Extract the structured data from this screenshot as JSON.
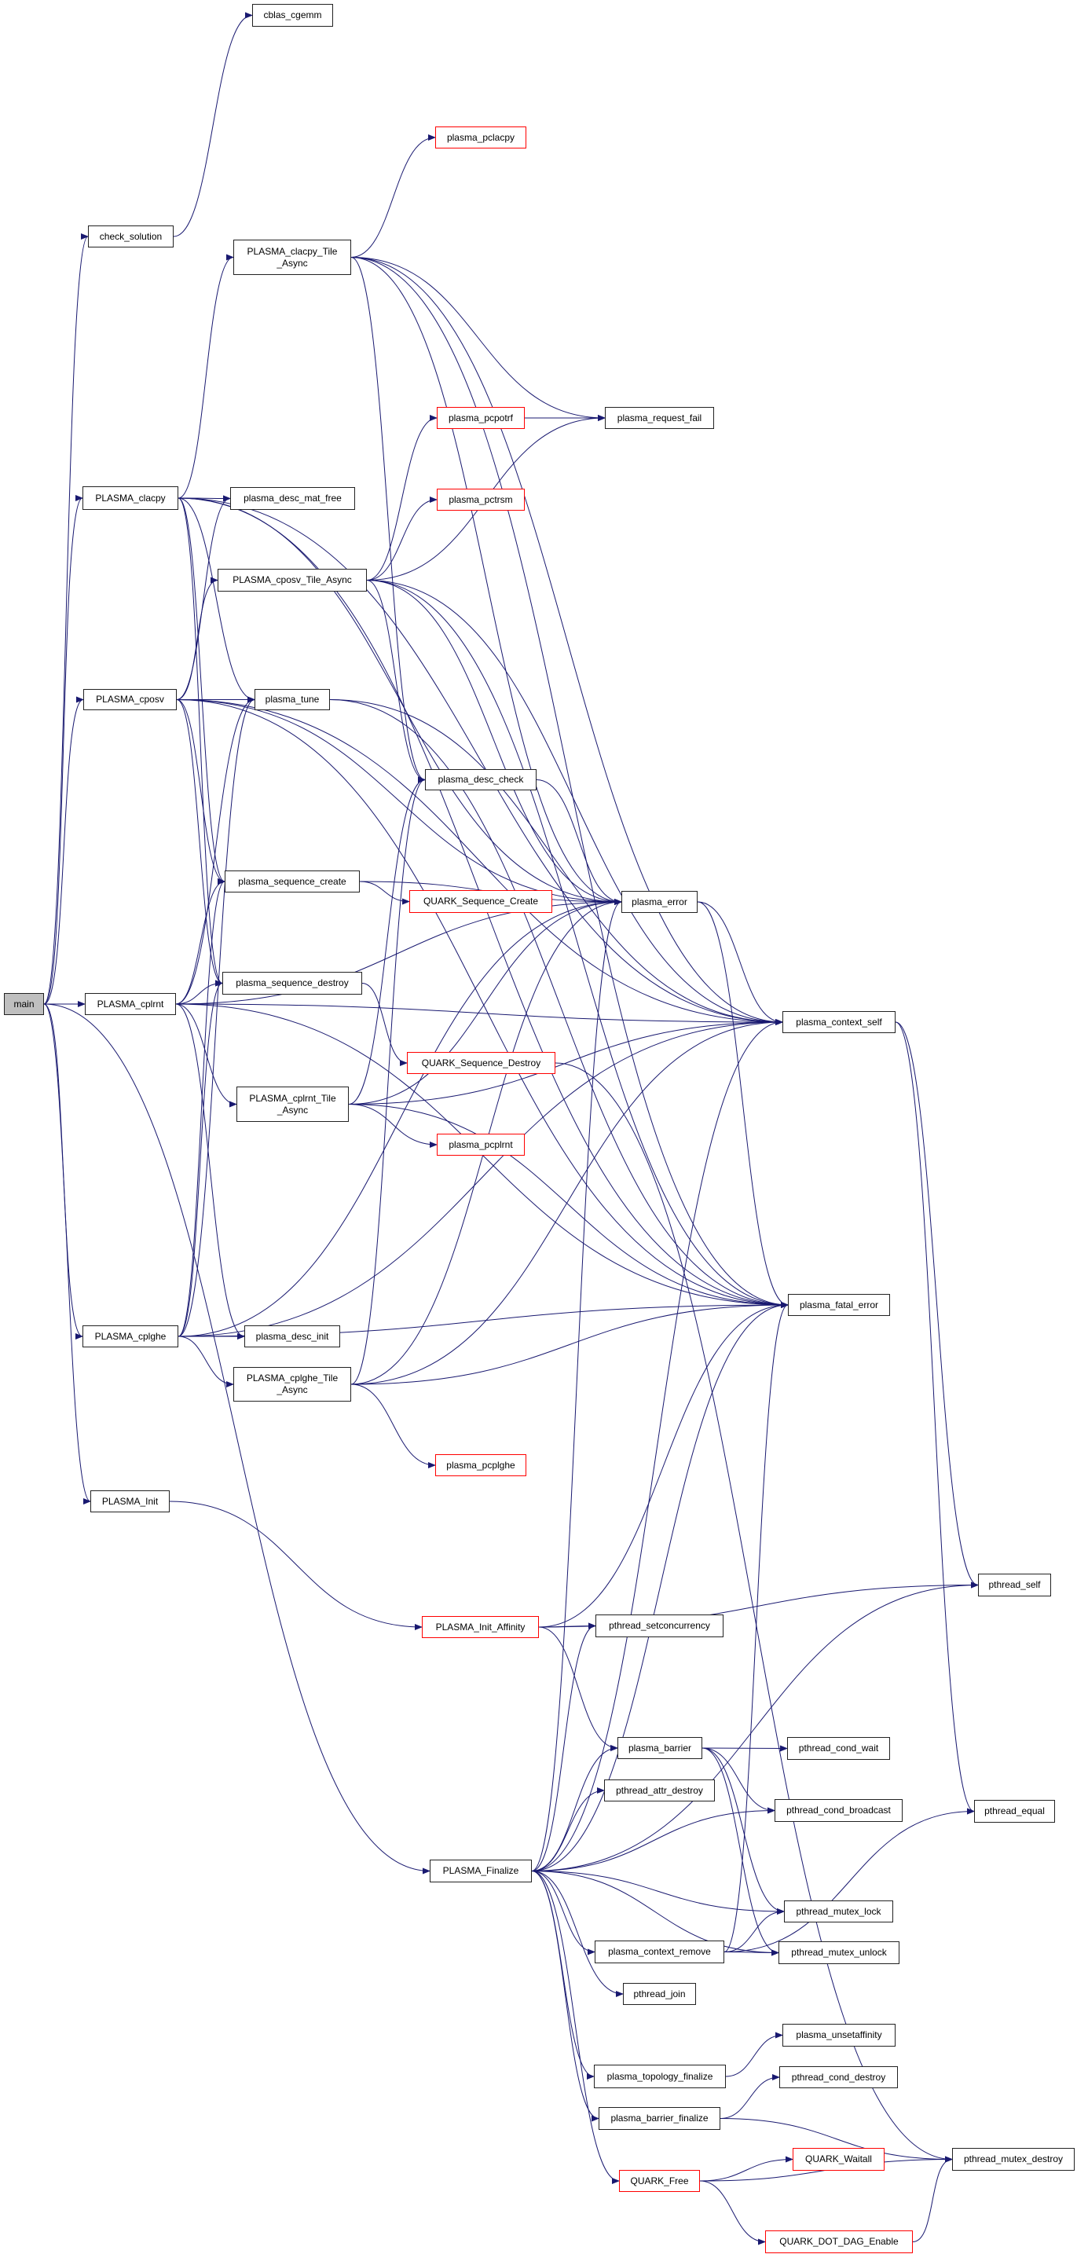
{
  "colors": {
    "edge": "#191970",
    "root_fill": "#bfbfbf",
    "external_border": "#ff0000",
    "node_border": "#222222"
  },
  "nodes": {
    "main": {
      "label": "main",
      "kind": "root"
    },
    "cblas_cgemm": {
      "label": "cblas_cgemm"
    },
    "check_solution": {
      "label": "check_solution"
    },
    "plasma_pclacpy": {
      "label": "plasma_pclacpy",
      "kind": "red"
    },
    "PLASMA_clacpy_Tile_Async": {
      "label": "PLASMA_clacpy_Tile\n_Async"
    },
    "plasma_pcpotrf": {
      "label": "plasma_pcpotrf",
      "kind": "red"
    },
    "plasma_request_fail": {
      "label": "plasma_request_fail"
    },
    "PLASMA_clacpy": {
      "label": "PLASMA_clacpy"
    },
    "plasma_desc_mat_free": {
      "label": "plasma_desc_mat_free"
    },
    "plasma_pctrsm": {
      "label": "plasma_pctrsm",
      "kind": "red"
    },
    "PLASMA_cposv_Tile_Async": {
      "label": "PLASMA_cposv_Tile_Async"
    },
    "PLASMA_cposv": {
      "label": "PLASMA_cposv"
    },
    "plasma_tune": {
      "label": "plasma_tune"
    },
    "plasma_desc_check": {
      "label": "plasma_desc_check"
    },
    "plasma_sequence_create": {
      "label": "plasma_sequence_create"
    },
    "QUARK_Sequence_Create": {
      "label": "QUARK_Sequence_Create",
      "kind": "red"
    },
    "plasma_error": {
      "label": "plasma_error"
    },
    "plasma_sequence_destroy": {
      "label": "plasma_sequence_destroy"
    },
    "PLASMA_cplrnt": {
      "label": "PLASMA_cplrnt"
    },
    "plasma_context_self": {
      "label": "plasma_context_self"
    },
    "QUARK_Sequence_Destroy": {
      "label": "QUARK_Sequence_Destroy",
      "kind": "red"
    },
    "PLASMA_cplrnt_Tile_Async": {
      "label": "PLASMA_cplrnt_Tile\n_Async"
    },
    "plasma_pcplrnt": {
      "label": "plasma_pcplrnt",
      "kind": "red"
    },
    "plasma_fatal_error": {
      "label": "plasma_fatal_error"
    },
    "PLASMA_cplghe": {
      "label": "PLASMA_cplghe"
    },
    "plasma_desc_init": {
      "label": "plasma_desc_init"
    },
    "PLASMA_cplghe_Tile_Async": {
      "label": "PLASMA_cplghe_Tile\n_Async"
    },
    "plasma_pcplghe": {
      "label": "plasma_pcplghe",
      "kind": "red"
    },
    "PLASMA_Init": {
      "label": "PLASMA_Init"
    },
    "pthread_self": {
      "label": "pthread_self"
    },
    "PLASMA_Init_Affinity": {
      "label": "PLASMA_Init_Affinity",
      "kind": "red"
    },
    "pthread_setconcurrency": {
      "label": "pthread_setconcurrency"
    },
    "plasma_barrier": {
      "label": "plasma_barrier"
    },
    "pthread_cond_wait": {
      "label": "pthread_cond_wait"
    },
    "pthread_attr_destroy": {
      "label": "pthread_attr_destroy"
    },
    "pthread_cond_broadcast": {
      "label": "pthread_cond_broadcast"
    },
    "pthread_equal": {
      "label": "pthread_equal"
    },
    "PLASMA_Finalize": {
      "label": "PLASMA_Finalize"
    },
    "pthread_mutex_lock": {
      "label": "pthread_mutex_lock"
    },
    "plasma_context_remove": {
      "label": "plasma_context_remove"
    },
    "pthread_mutex_unlock": {
      "label": "pthread_mutex_unlock"
    },
    "pthread_join": {
      "label": "pthread_join"
    },
    "plasma_unsetaffinity": {
      "label": "plasma_unsetaffinity"
    },
    "plasma_topology_finalize": {
      "label": "plasma_topology_finalize"
    },
    "pthread_cond_destroy": {
      "label": "pthread_cond_destroy"
    },
    "plasma_barrier_finalize": {
      "label": "plasma_barrier_finalize"
    },
    "QUARK_Waitall": {
      "label": "QUARK_Waitall",
      "kind": "red"
    },
    "pthread_mutex_destroy": {
      "label": "pthread_mutex_destroy"
    },
    "QUARK_Free": {
      "label": "QUARK_Free",
      "kind": "red"
    },
    "QUARK_DOT_DAG_Enable": {
      "label": "QUARK_DOT_DAG_Enable",
      "kind": "red"
    }
  },
  "edges": [
    [
      "main",
      "check_solution"
    ],
    [
      "main",
      "PLASMA_clacpy"
    ],
    [
      "main",
      "PLASMA_cposv"
    ],
    [
      "main",
      "PLASMA_cplrnt"
    ],
    [
      "main",
      "PLASMA_cplghe"
    ],
    [
      "main",
      "PLASMA_Init"
    ],
    [
      "main",
      "PLASMA_Finalize"
    ],
    [
      "check_solution",
      "cblas_cgemm"
    ],
    [
      "PLASMA_clacpy",
      "PLASMA_clacpy_Tile_Async"
    ],
    [
      "PLASMA_clacpy",
      "plasma_desc_mat_free"
    ],
    [
      "PLASMA_clacpy",
      "plasma_tune"
    ],
    [
      "PLASMA_clacpy",
      "plasma_sequence_create"
    ],
    [
      "PLASMA_clacpy",
      "plasma_sequence_destroy"
    ],
    [
      "PLASMA_clacpy",
      "plasma_error"
    ],
    [
      "PLASMA_clacpy",
      "plasma_context_self"
    ],
    [
      "PLASMA_clacpy",
      "plasma_fatal_error"
    ],
    [
      "PLASMA_clacpy_Tile_Async",
      "plasma_pclacpy"
    ],
    [
      "PLASMA_clacpy_Tile_Async",
      "plasma_request_fail"
    ],
    [
      "PLASMA_clacpy_Tile_Async",
      "plasma_desc_check"
    ],
    [
      "PLASMA_clacpy_Tile_Async",
      "plasma_error"
    ],
    [
      "PLASMA_clacpy_Tile_Async",
      "plasma_context_self"
    ],
    [
      "PLASMA_clacpy_Tile_Async",
      "plasma_fatal_error"
    ],
    [
      "PLASMA_cposv",
      "PLASMA_cposv_Tile_Async"
    ],
    [
      "PLASMA_cposv",
      "plasma_desc_mat_free"
    ],
    [
      "PLASMA_cposv",
      "plasma_tune"
    ],
    [
      "PLASMA_cposv",
      "plasma_sequence_create"
    ],
    [
      "PLASMA_cposv",
      "plasma_sequence_destroy"
    ],
    [
      "PLASMA_cposv",
      "plasma_error"
    ],
    [
      "PLASMA_cposv",
      "plasma_context_self"
    ],
    [
      "PLASMA_cposv",
      "plasma_fatal_error"
    ],
    [
      "PLASMA_cposv_Tile_Async",
      "plasma_pcpotrf"
    ],
    [
      "PLASMA_cposv_Tile_Async",
      "plasma_pctrsm"
    ],
    [
      "PLASMA_cposv_Tile_Async",
      "plasma_request_fail"
    ],
    [
      "PLASMA_cposv_Tile_Async",
      "plasma_desc_check"
    ],
    [
      "PLASMA_cposv_Tile_Async",
      "plasma_error"
    ],
    [
      "PLASMA_cposv_Tile_Async",
      "plasma_context_self"
    ],
    [
      "PLASMA_cposv_Tile_Async",
      "plasma_fatal_error"
    ],
    [
      "plasma_pcpotrf",
      "plasma_request_fail"
    ],
    [
      "plasma_tune",
      "plasma_context_self"
    ],
    [
      "plasma_tune",
      "plasma_fatal_error"
    ],
    [
      "plasma_desc_check",
      "plasma_error"
    ],
    [
      "plasma_sequence_create",
      "plasma_error"
    ],
    [
      "plasma_sequence_create",
      "QUARK_Sequence_Create"
    ],
    [
      "plasma_sequence_destroy",
      "QUARK_Sequence_Destroy"
    ],
    [
      "plasma_error",
      "plasma_context_self"
    ],
    [
      "plasma_error",
      "plasma_fatal_error"
    ],
    [
      "PLASMA_cplrnt",
      "plasma_sequence_create"
    ],
    [
      "PLASMA_cplrnt",
      "plasma_sequence_destroy"
    ],
    [
      "PLASMA_cplrnt",
      "plasma_context_self"
    ],
    [
      "PLASMA_cplrnt",
      "PLASMA_cplrnt_Tile_Async"
    ],
    [
      "PLASMA_cplrnt",
      "plasma_desc_init"
    ],
    [
      "PLASMA_cplrnt",
      "plasma_error"
    ],
    [
      "PLASMA_cplrnt",
      "plasma_fatal_error"
    ],
    [
      "PLASMA_cplrnt",
      "plasma_tune"
    ],
    [
      "PLASMA_cplrnt_Tile_Async",
      "plasma_desc_check"
    ],
    [
      "PLASMA_cplrnt_Tile_Async",
      "plasma_error"
    ],
    [
      "PLASMA_cplrnt_Tile_Async",
      "plasma_context_self"
    ],
    [
      "PLASMA_cplrnt_Tile_Async",
      "plasma_pcplrnt"
    ],
    [
      "PLASMA_cplrnt_Tile_Async",
      "plasma_fatal_error"
    ],
    [
      "PLASMA_cplghe",
      "plasma_desc_init"
    ],
    [
      "PLASMA_cplghe",
      "PLASMA_cplghe_Tile_Async"
    ],
    [
      "PLASMA_cplghe",
      "plasma_tune"
    ],
    [
      "PLASMA_cplghe",
      "plasma_sequence_create"
    ],
    [
      "PLASMA_cplghe",
      "plasma_sequence_destroy"
    ],
    [
      "PLASMA_cplghe",
      "plasma_error"
    ],
    [
      "PLASMA_cplghe",
      "plasma_context_self"
    ],
    [
      "PLASMA_cplghe",
      "plasma_fatal_error"
    ],
    [
      "PLASMA_cplghe_Tile_Async",
      "plasma_desc_check"
    ],
    [
      "PLASMA_cplghe_Tile_Async",
      "plasma_error"
    ],
    [
      "PLASMA_cplghe_Tile_Async",
      "plasma_context_self"
    ],
    [
      "PLASMA_cplghe_Tile_Async",
      "plasma_fatal_error"
    ],
    [
      "PLASMA_cplghe_Tile_Async",
      "plasma_pcplghe"
    ],
    [
      "PLASMA_Init",
      "PLASMA_Init_Affinity"
    ],
    [
      "PLASMA_Init_Affinity",
      "pthread_setconcurrency"
    ],
    [
      "PLASMA_Init_Affinity",
      "pthread_self"
    ],
    [
      "PLASMA_Init_Affinity",
      "plasma_barrier"
    ],
    [
      "PLASMA_Init_Affinity",
      "plasma_fatal_error"
    ],
    [
      "plasma_context_self",
      "pthread_self"
    ],
    [
      "plasma_context_self",
      "pthread_equal"
    ],
    [
      "QUARK_Sequence_Destroy",
      "pthread_mutex_destroy"
    ],
    [
      "PLASMA_Finalize",
      "pthread_setconcurrency"
    ],
    [
      "PLASMA_Finalize",
      "plasma_barrier"
    ],
    [
      "PLASMA_Finalize",
      "pthread_attr_destroy"
    ],
    [
      "PLASMA_Finalize",
      "pthread_cond_broadcast"
    ],
    [
      "PLASMA_Finalize",
      "pthread_self"
    ],
    [
      "PLASMA_Finalize",
      "pthread_mutex_lock"
    ],
    [
      "PLASMA_Finalize",
      "plasma_context_remove"
    ],
    [
      "PLASMA_Finalize",
      "pthread_mutex_unlock"
    ],
    [
      "PLASMA_Finalize",
      "pthread_join"
    ],
    [
      "PLASMA_Finalize",
      "plasma_topology_finalize"
    ],
    [
      "PLASMA_Finalize",
      "plasma_barrier_finalize"
    ],
    [
      "PLASMA_Finalize",
      "QUARK_Free"
    ],
    [
      "PLASMA_Finalize",
      "plasma_context_self"
    ],
    [
      "PLASMA_Finalize",
      "plasma_fatal_error"
    ],
    [
      "PLASMA_Finalize",
      "plasma_error"
    ],
    [
      "plasma_barrier",
      "pthread_cond_wait"
    ],
    [
      "plasma_barrier",
      "pthread_cond_broadcast"
    ],
    [
      "plasma_barrier",
      "pthread_mutex_lock"
    ],
    [
      "plasma_barrier",
      "pthread_mutex_unlock"
    ],
    [
      "plasma_context_remove",
      "pthread_mutex_lock"
    ],
    [
      "plasma_context_remove",
      "pthread_mutex_unlock"
    ],
    [
      "plasma_context_remove",
      "pthread_equal"
    ],
    [
      "plasma_context_remove",
      "plasma_fatal_error"
    ],
    [
      "plasma_topology_finalize",
      "plasma_unsetaffinity"
    ],
    [
      "plasma_barrier_finalize",
      "pthread_cond_destroy"
    ],
    [
      "plasma_barrier_finalize",
      "pthread_mutex_destroy"
    ],
    [
      "QUARK_Free",
      "QUARK_Waitall"
    ],
    [
      "QUARK_Free",
      "pthread_mutex_destroy"
    ],
    [
      "QUARK_Free",
      "QUARK_DOT_DAG_Enable"
    ],
    [
      "QUARK_DOT_DAG_Enable",
      "pthread_mutex_destroy"
    ]
  ]
}
